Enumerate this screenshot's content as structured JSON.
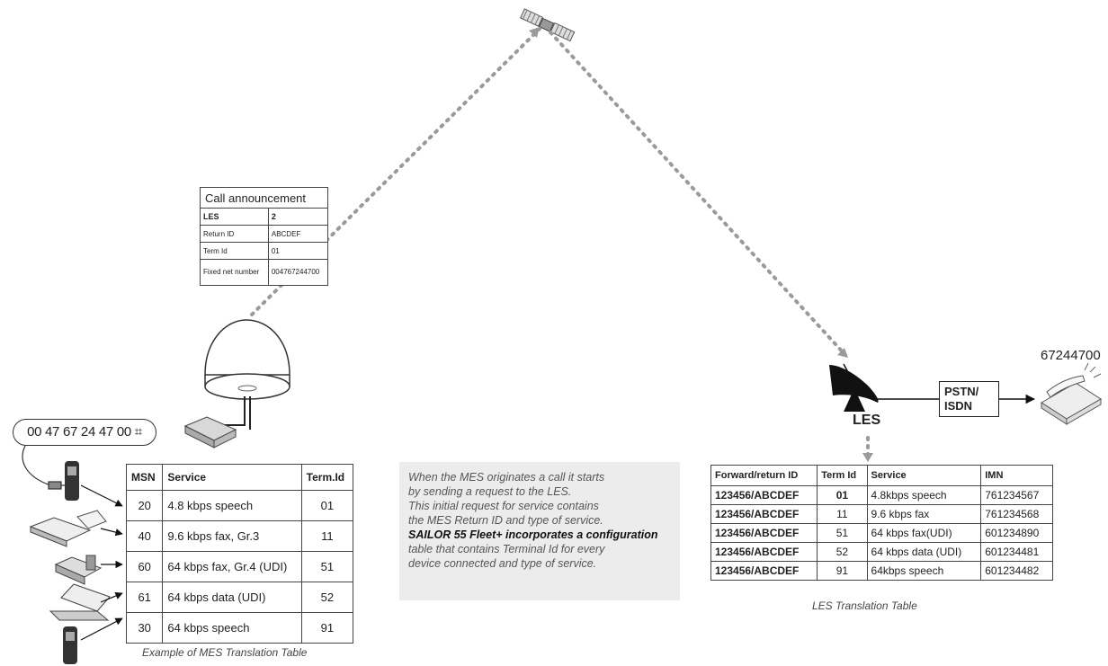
{
  "call_announcement": {
    "title": "Call announcement",
    "rows": [
      {
        "label": "LES",
        "value": "2"
      },
      {
        "label": "Return ID",
        "value": "ABCDEF"
      },
      {
        "label": "Term Id",
        "value": "01"
      },
      {
        "label": "Fixed net number",
        "value": "004767244700"
      }
    ]
  },
  "msn_bubble": "00 47 67 24 47 00 ⌗",
  "mes_table": {
    "headers": [
      "MSN",
      "Service",
      "Term.Id"
    ],
    "rows": [
      [
        "20",
        "4.8 kbps speech",
        "01"
      ],
      [
        "40",
        "9.6 kbps fax, Gr.3",
        "11"
      ],
      [
        "60",
        "64 kbps fax, Gr.4 (UDI)",
        "51"
      ],
      [
        "61",
        "64 kbps data (UDI)",
        "52"
      ],
      [
        "30",
        "64 kbps speech",
        "91"
      ]
    ],
    "caption": "Example of MES Translation Table"
  },
  "description": {
    "lines": [
      "When the MES originates a call it starts",
      "by sending a request to the LES.",
      "This initial request for service contains",
      "the MES Return ID and type of service."
    ],
    "strong_line": "SAILOR 55 Fleet+ incorporates a configuration",
    "tail_lines": [
      "table that contains Terminal Id for every",
      "device connected and type of service."
    ]
  },
  "les_table": {
    "headers": [
      "Forward/return ID",
      "Term Id",
      "Service",
      "IMN"
    ],
    "rows": [
      [
        "123456/ABCDEF",
        "01",
        "4.8kbps speech",
        "761234567"
      ],
      [
        "123456/ABCDEF",
        "11",
        "9.6 kbps fax",
        "761234568"
      ],
      [
        "123456/ABCDEF",
        "51",
        "64 kbps fax(UDI)",
        "601234890"
      ],
      [
        "123456/ABCDEF",
        "52",
        "64 kbps data (UDI)",
        "601234481"
      ],
      [
        "123456/ABCDEF",
        "91",
        "64kbps speech",
        "601234482"
      ]
    ],
    "caption": "LES Translation Table"
  },
  "les_label": "LES",
  "pstn_label_line1": "PSTN/",
  "pstn_label_line2": "ISDN",
  "phone_number": "67244700",
  "colors": {
    "link_arrows": "#9a9a9a",
    "description_bg": "#ececec",
    "dish": "#111111"
  }
}
